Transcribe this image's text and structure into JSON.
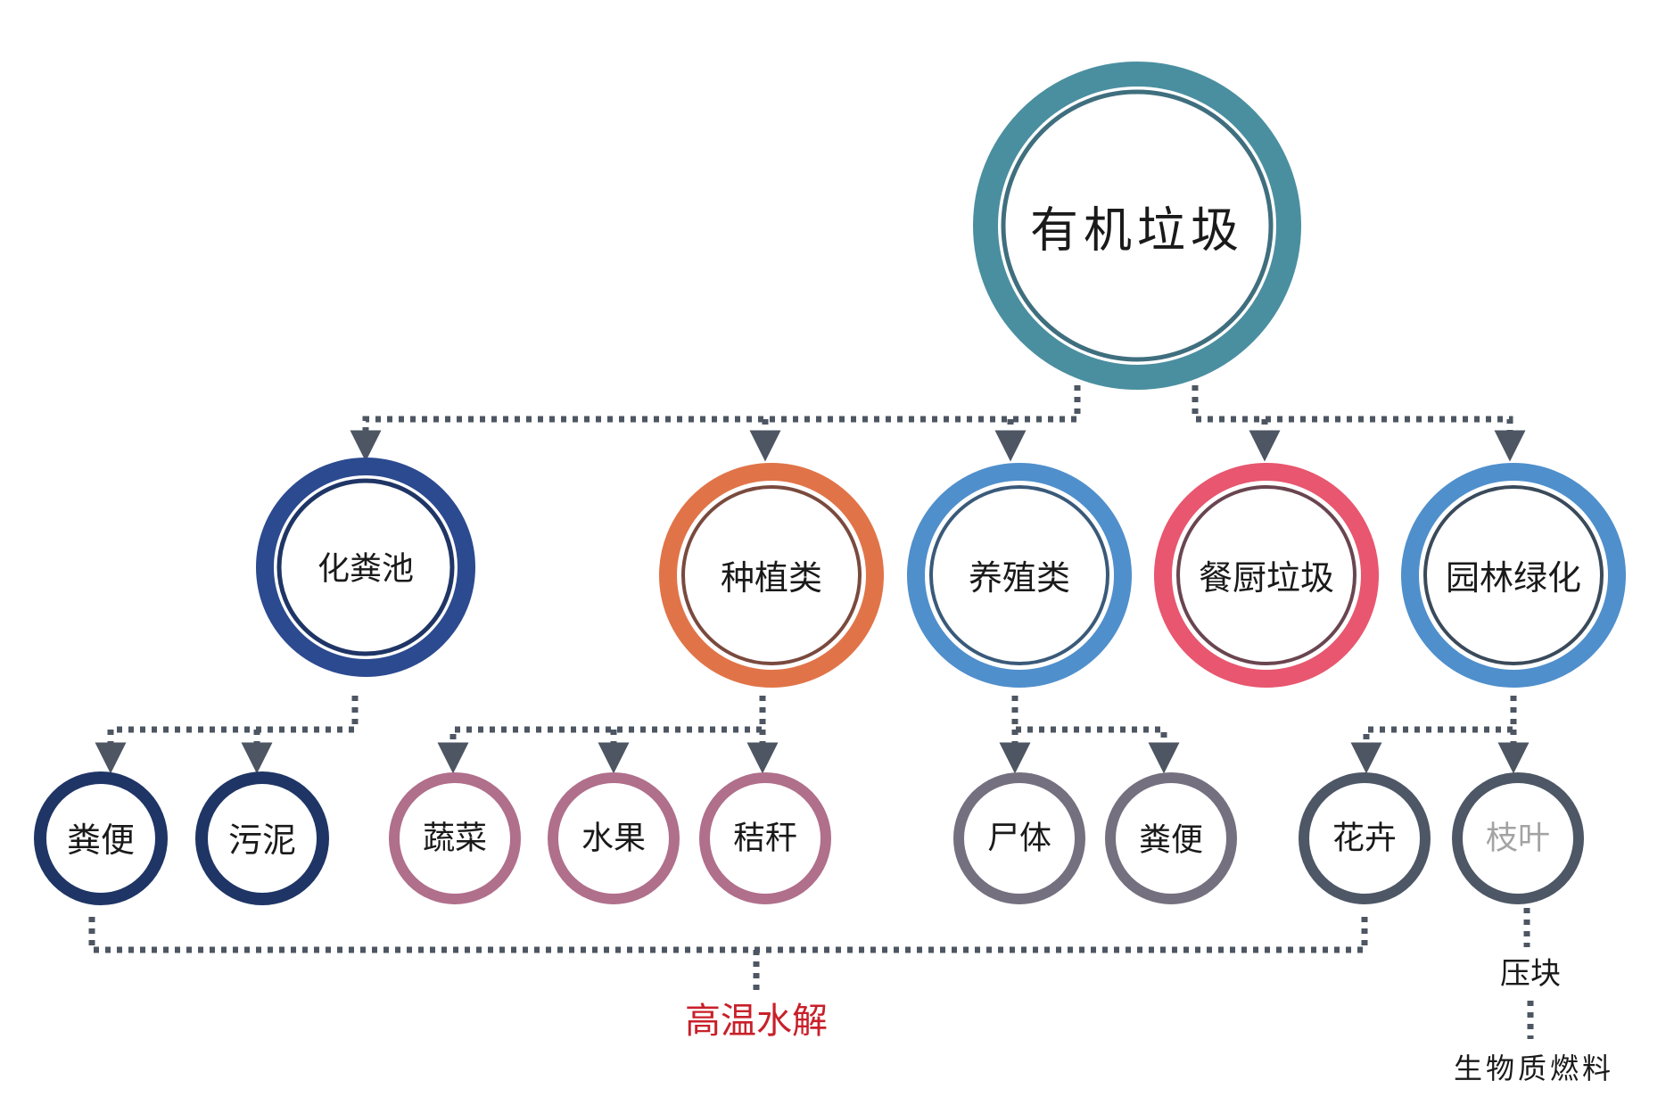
{
  "colors": {
    "connector": "#4d5662",
    "root_ring": "#4a8fa0",
    "root_inner": "#3f6f7e",
    "septic": "#2c4a90",
    "planting": "#e07448",
    "breeding": "#4f8fcc",
    "kitchen": "#e8566f",
    "garden": "#4f8fcc",
    "navy": "#1f3566",
    "mauve": "#b06f8b",
    "slate_purple": "#75707f",
    "dark_slate": "#4d5766",
    "red_text": "#c8202a",
    "dark_text": "#1a1a1a",
    "gray_text": "#a3a3a3"
  },
  "root": {
    "label": "有机垃圾"
  },
  "categories": [
    {
      "key": "septic",
      "label": "化粪池"
    },
    {
      "key": "planting",
      "label": "种植类"
    },
    {
      "key": "breeding",
      "label": "养殖类"
    },
    {
      "key": "kitchen",
      "label": "餐厨垃圾"
    },
    {
      "key": "garden",
      "label": "园林绿化"
    }
  ],
  "items": [
    {
      "key": "feces1",
      "label": "粪便"
    },
    {
      "key": "sludge",
      "label": "污泥"
    },
    {
      "key": "vegetables",
      "label": "蔬菜"
    },
    {
      "key": "fruit",
      "label": "水果"
    },
    {
      "key": "straw",
      "label": "秸秆"
    },
    {
      "key": "carcass",
      "label": "尸体"
    },
    {
      "key": "feces2",
      "label": "粪便"
    },
    {
      "key": "flowers",
      "label": "花卉"
    },
    {
      "key": "branches",
      "label": "枝叶"
    }
  ],
  "outputs": {
    "hydrolysis": "高温水解",
    "briquette": "压块",
    "biomass_fuel": "生物质燃料"
  }
}
